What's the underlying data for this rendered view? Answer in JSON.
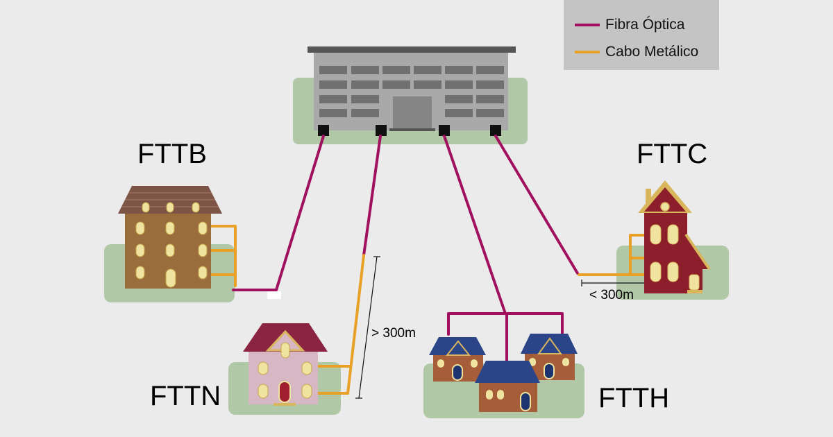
{
  "legend": {
    "fiber_label": "Fibra Óptica",
    "copper_label": "Cabo Metálico"
  },
  "labels": {
    "fttb": "FTTB",
    "fttc": "FTTC",
    "fttn": "FTTN",
    "ftth": "FTTH",
    "over_300m": "> 300m",
    "under_300m": "< 300m"
  },
  "colors": {
    "fiber": "#a0105f",
    "copper": "#e8a126",
    "ground": "#b0c8a6",
    "background": "#ebebeb",
    "legend_bg": "#c4c4c4"
  }
}
